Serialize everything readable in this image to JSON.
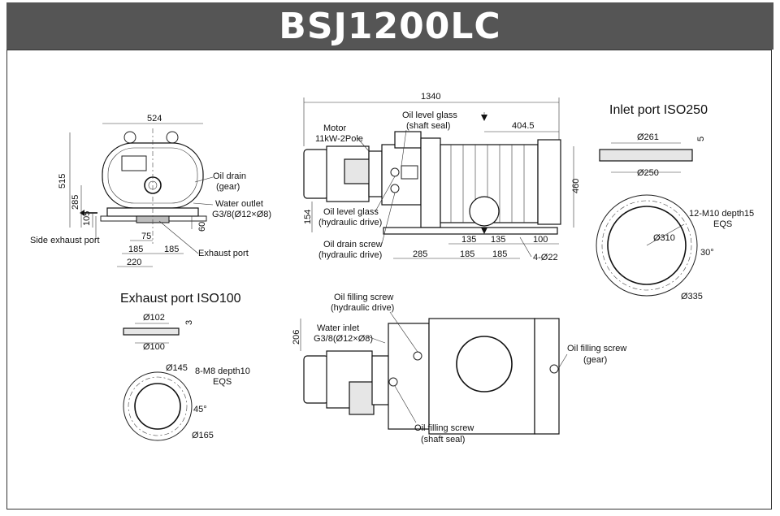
{
  "title": "BSJ1200LC",
  "front_view": {
    "dims": {
      "width": "524",
      "height": "515",
      "h285": "285",
      "h105": "105",
      "h60": "60",
      "w75": "75",
      "w185a": "185",
      "w185b": "185",
      "w220": "220"
    },
    "labels": {
      "oil_drain": "Oil drain",
      "oil_drain_sub": "(gear)",
      "water_outlet": "Water outlet",
      "water_outlet_sub": "G3/8(Ø12×Ø8)",
      "side_exhaust": "Side exhaust port",
      "exhaust_port": "Exhaust port"
    }
  },
  "side_view": {
    "dims": {
      "length": "1340",
      "d404": "404.5",
      "h460": "460",
      "h154": "154",
      "d135a": "135",
      "d135b": "135",
      "d100": "100",
      "d285": "285",
      "d185a": "185",
      "d185b": "185",
      "holes": "4-Ø22"
    },
    "labels": {
      "motor": "Motor",
      "motor_sub": "11kW-2Pole",
      "oil_level_shaft": "Oil level glass",
      "oil_level_shaft_sub": "(shaft seal)",
      "oil_level_hyd": "Oil level glass",
      "oil_level_hyd_sub": "(hydraulic drive)",
      "oil_drain_screw": "Oil drain screw",
      "oil_drain_screw_sub": "(hydraulic drive)"
    }
  },
  "top_view": {
    "dims": {
      "h206": "206"
    },
    "labels": {
      "oil_fill_hyd": "Oil filling screw",
      "oil_fill_hyd_sub": "(hydraulic drive)",
      "water_inlet": "Water inlet",
      "water_inlet_sub": "G3/8(Ø12×Ø8)",
      "oil_fill_gear": "Oil filling screw",
      "oil_fill_gear_sub": "(gear)",
      "oil_fill_shaft": "Oil filling screw",
      "oil_fill_shaft_sub": "(shaft seal)"
    }
  },
  "inlet_port": {
    "title": "Inlet port  ISO250",
    "dims": {
      "d261": "Ø261",
      "d250": "Ø250",
      "t5": "5",
      "d310": "Ø310",
      "d335": "Ø335",
      "angle": "30°"
    },
    "holes": "12-M10 depth15",
    "holes_sub": "EQS"
  },
  "exhaust_port": {
    "title": "Exhaust port  ISO100",
    "dims": {
      "d102": "Ø102",
      "d100": "Ø100",
      "t3": "3",
      "d145": "Ø145",
      "d165": "Ø165",
      "angle": "45°"
    },
    "holes": "8-M8 depth10",
    "holes_sub": "EQS"
  },
  "colors": {
    "header_bg": "#555555",
    "header_text": "#ffffff",
    "line": "#111111"
  }
}
